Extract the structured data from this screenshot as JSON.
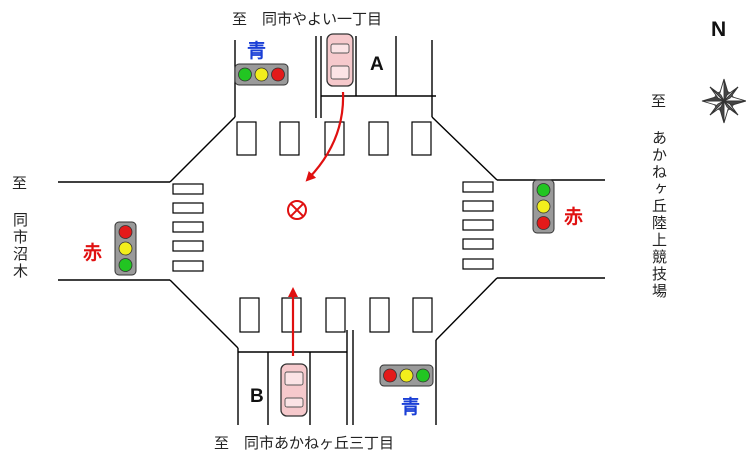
{
  "labels": {
    "north_road": "至　同市やよい一丁目",
    "south_road": "至　同市あかねヶ丘三丁目",
    "east_prefix": "至",
    "east_road": "あかねヶ丘陸上競技場",
    "west_prefix": "至",
    "west_road": "同市沼木",
    "north_mark": "N",
    "car_a": "A",
    "car_b": "B"
  },
  "signals": {
    "north": {
      "word": "青",
      "word_color": "#1a3fd6",
      "lights": [
        "green",
        "yellow",
        "red"
      ]
    },
    "south": {
      "word": "青",
      "word_color": "#1a3fd6",
      "lights": [
        "red",
        "yellow",
        "green"
      ]
    },
    "east": {
      "word": "赤",
      "word_color": "#e01010",
      "lights": [
        "green",
        "yellow",
        "red"
      ]
    },
    "west": {
      "word": "赤",
      "word_color": "#e01010",
      "lights": [
        "red",
        "yellow",
        "green"
      ]
    }
  },
  "colors": {
    "road_line": "#000000",
    "car_body": "#f6c9cc",
    "arrow": "#e01010",
    "light_green": "#22c522",
    "light_yellow": "#f2ee1c",
    "light_red": "#e31a1a"
  },
  "icons": {
    "collision_marker": "circled-x-icon",
    "compass": "compass-rose-icon"
  }
}
